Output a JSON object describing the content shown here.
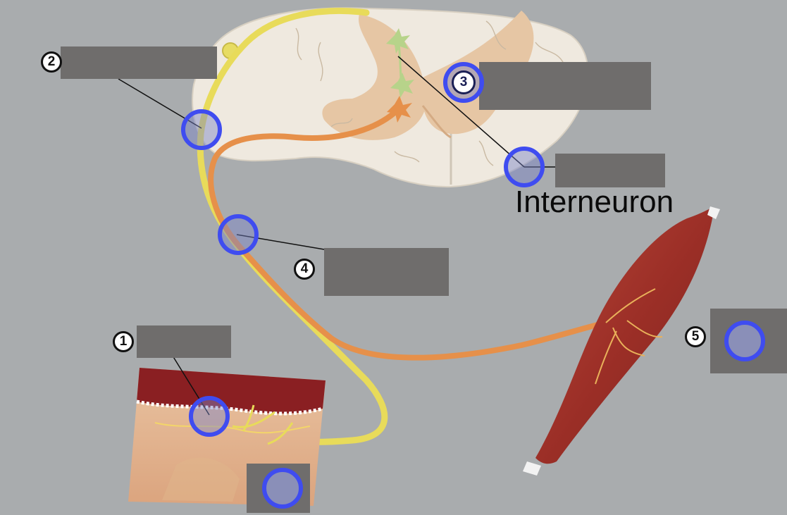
{
  "typed_label": "Interneuron",
  "badges": {
    "b1": "1",
    "b2": "2",
    "b3": "3",
    "b4": "4",
    "b5": "5"
  },
  "colors": {
    "background": "#a9acae",
    "label_box": "#6f6d6c",
    "hotspot_ring": "#3f4cf0",
    "spinal_cord": "#efe9df",
    "gray_matter": "#e6c6a4",
    "sensory_nerve": "#e8db5a",
    "motor_nerve": "#e6904a",
    "muscle": "#a5372c",
    "skin_epidermis": "#8a1f22"
  }
}
